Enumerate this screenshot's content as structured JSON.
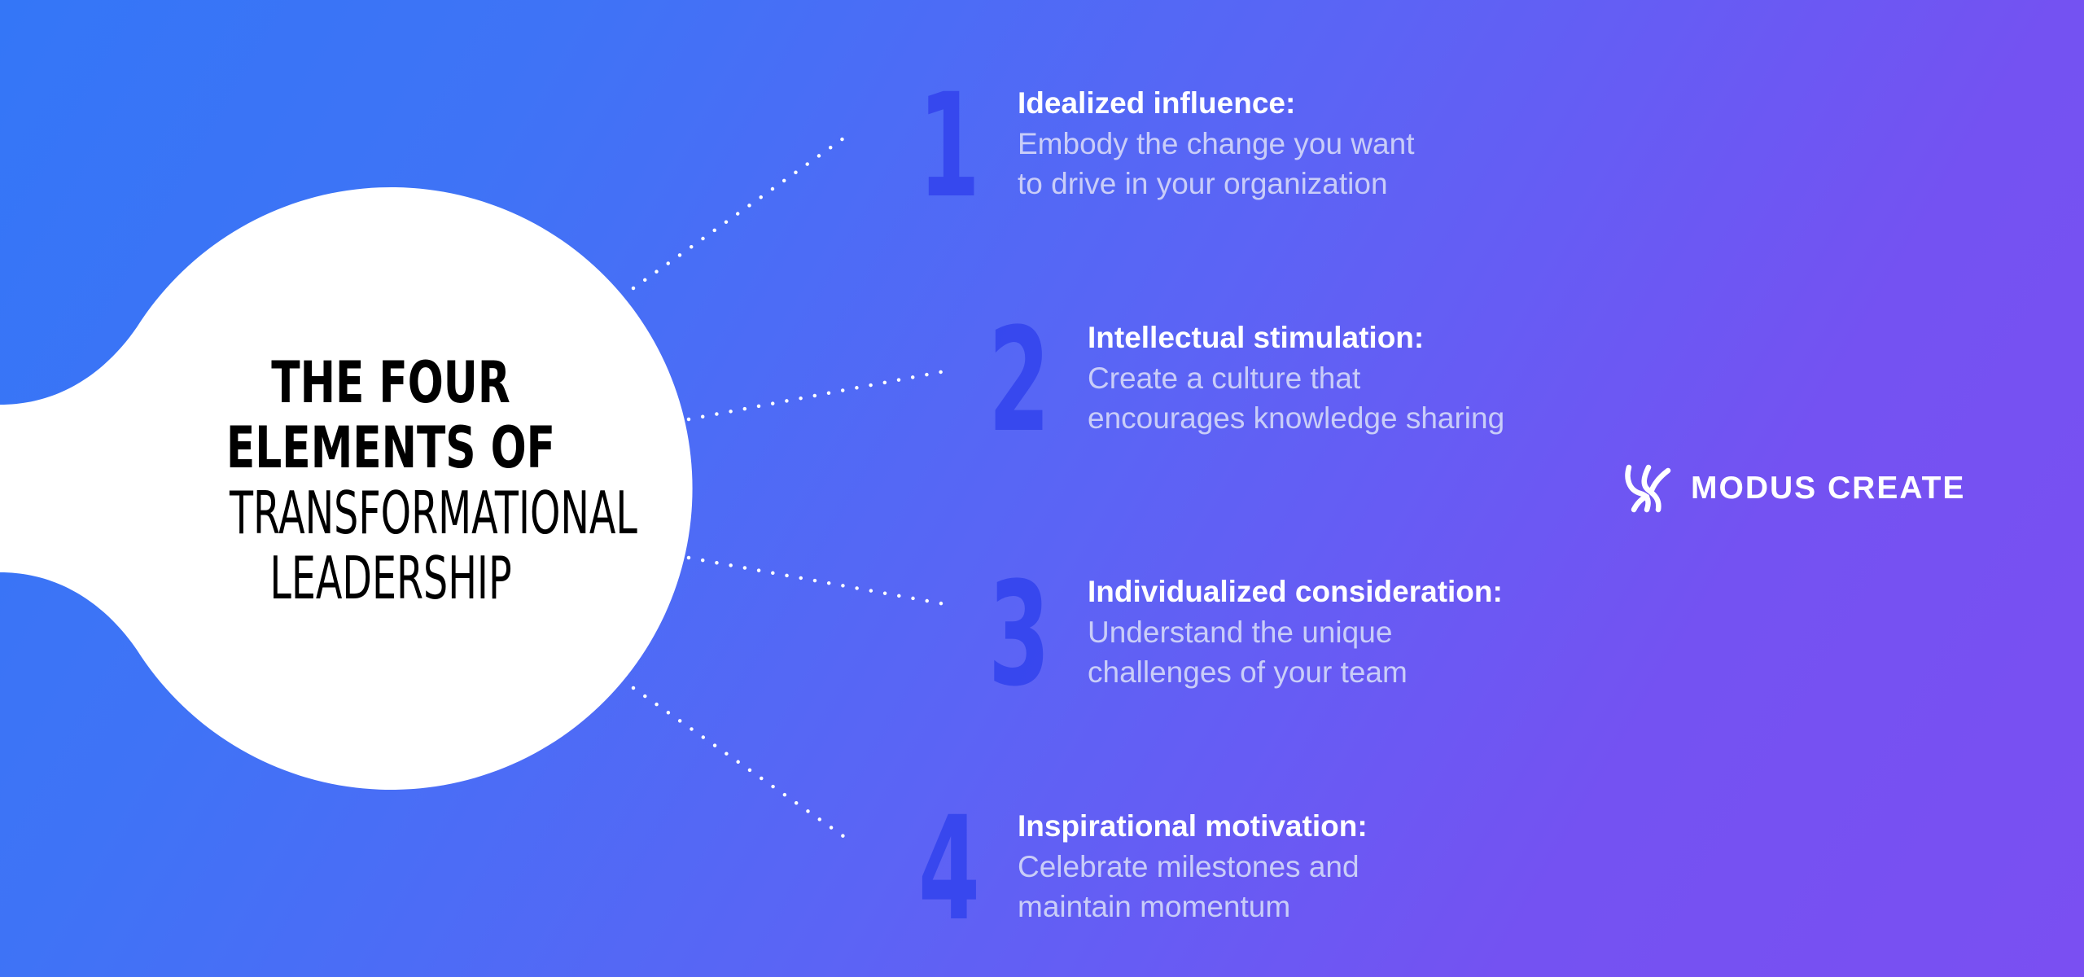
{
  "title": {
    "line1": "THE FOUR",
    "line2": "ELEMENTS OF",
    "line3": "TRANSFORMATIONAL",
    "line4": "LEADERSHIP"
  },
  "elements": [
    {
      "number": "1",
      "name": "Idealized influence",
      "colon": ":",
      "line1": "Embody the change you want",
      "line2": "to drive in your organization"
    },
    {
      "number": "2",
      "name": "Intellectual stimulation",
      "colon": ":",
      "line1": "Create a culture that",
      "line2": "encourages knowledge sharing"
    },
    {
      "number": "3",
      "name": "Individualized consideration",
      "colon": ":",
      "line1": "Understand the unique",
      "line2": "challenges of your team"
    },
    {
      "number": "4",
      "name": "Inspirational motivation",
      "colon": ":",
      "line1": "Celebrate milestones and",
      "line2": "maintain momentum"
    }
  ],
  "brand": {
    "name": "MODUS CREATE",
    "logo_icon": "modus-create-logo-icon"
  },
  "colors": {
    "gradient_start": "#3476f7",
    "gradient_end": "#7a4ff2",
    "number_color": "#3344ee",
    "heading_color": "#ffffff",
    "body_color": "#c9cdf8"
  }
}
